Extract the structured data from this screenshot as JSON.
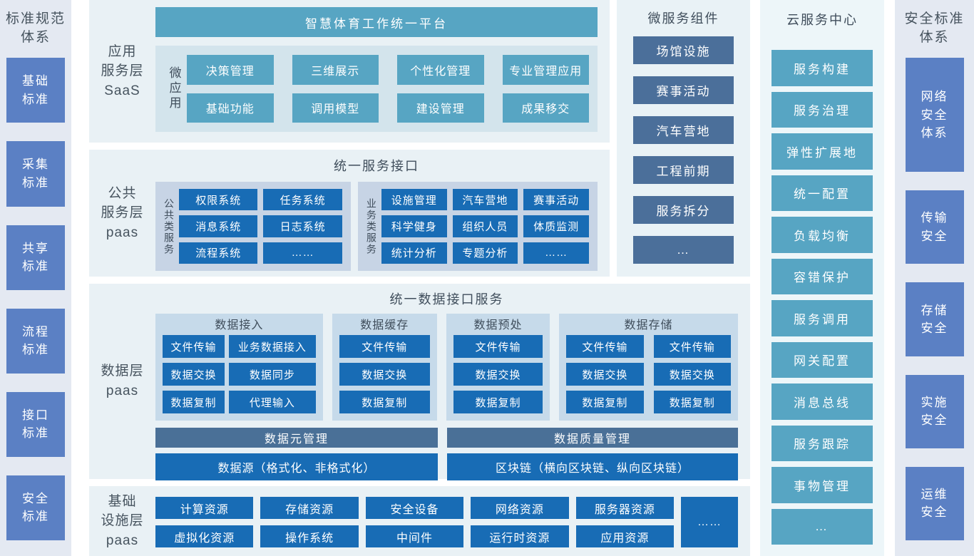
{
  "colors": {
    "teal_node": "#57a5c3",
    "blue_node": "#186cb5",
    "slate_node": "#4b6f9a",
    "periwinkle_node": "#5b80c4",
    "management_bar": "#4a7097",
    "panel_bg": "#e9f1f5",
    "side_panel_bg": "#e4e9f2"
  },
  "left_panel": {
    "title": "标准规范\n体系",
    "items": [
      "基础\n标准",
      "采集\n标准",
      "共享\n标准",
      "流程\n标准",
      "接口\n标准",
      "安全\n标准"
    ]
  },
  "saas": {
    "label": "应用\n服务层\nSaaS",
    "header": "智慧体育工作统一平台",
    "group_label": "微应用",
    "buttons": [
      "决策管理",
      "三维展示",
      "个性化管理",
      "专业管理应用",
      "基础功能",
      "调用模型",
      "建设管理",
      "成果移交"
    ]
  },
  "public": {
    "label": "公共\n服务层\npaas",
    "title": "统一服务接口",
    "groups": [
      {
        "label": "公共类服务",
        "buttons": [
          "权限系统",
          "任务系统",
          "消息系统",
          "日志系统",
          "流程系统",
          "……"
        ]
      },
      {
        "label": "业务类服务",
        "buttons": [
          "设施管理",
          "汽车营地",
          "赛事活动",
          "科学健身",
          "组织人员",
          "体质监测",
          "统计分析",
          "专题分析",
          "……"
        ]
      }
    ]
  },
  "data_layer": {
    "label": "数据层\npaas",
    "title": "统一数据接口服务",
    "groups": [
      {
        "title": "数据接入",
        "buttons": [
          "文件传输",
          "业务数据接入",
          "数据交换",
          "数据同步",
          "数据复制",
          "代理输入"
        ]
      },
      {
        "title": "数据缓存",
        "buttons": [
          "文件传输",
          "数据交换",
          "数据复制"
        ]
      },
      {
        "title": "数据预处",
        "buttons": [
          "文件传输",
          "数据交换",
          "数据复制"
        ]
      },
      {
        "title": "数据存储",
        "buttons": [
          "文件传输",
          "文件传输",
          "数据交换",
          "数据交换",
          "数据复制",
          "数据复制"
        ]
      }
    ],
    "management_bars": [
      "数据元管理",
      "数据质量管理"
    ],
    "source_bars": [
      "数据源（格式化、非格式化）",
      "区块链（横向区块链、纵向区块链）"
    ]
  },
  "infra": {
    "label": "基础\n设施层\npaas",
    "row1": [
      "计算资源",
      "存储资源",
      "安全设备",
      "网络资源",
      "服务器资源"
    ],
    "row2": [
      "虚拟化资源",
      "操作系统",
      "中间件",
      "运行时资源",
      "应用资源"
    ],
    "more": "……"
  },
  "micro": {
    "title": "微服务组件",
    "items": [
      "场馆设施",
      "赛事活动",
      "汽车营地",
      "工程前期",
      "服务拆分",
      "…"
    ]
  },
  "cloud": {
    "title": "云服务中心",
    "items": [
      "服务构建",
      "服务治理",
      "弹性扩展地",
      "统一配置",
      "负载均衡",
      "容错保护",
      "服务调用",
      "网关配置",
      "消息总线",
      "服务跟踪",
      "事物管理",
      "…"
    ]
  },
  "right_panel": {
    "title": "安全标准\n体系",
    "items": [
      "网络\n安全\n体系",
      "传输\n安全",
      "存储\n安全",
      "实施\n安全",
      "运维\n安全"
    ]
  }
}
